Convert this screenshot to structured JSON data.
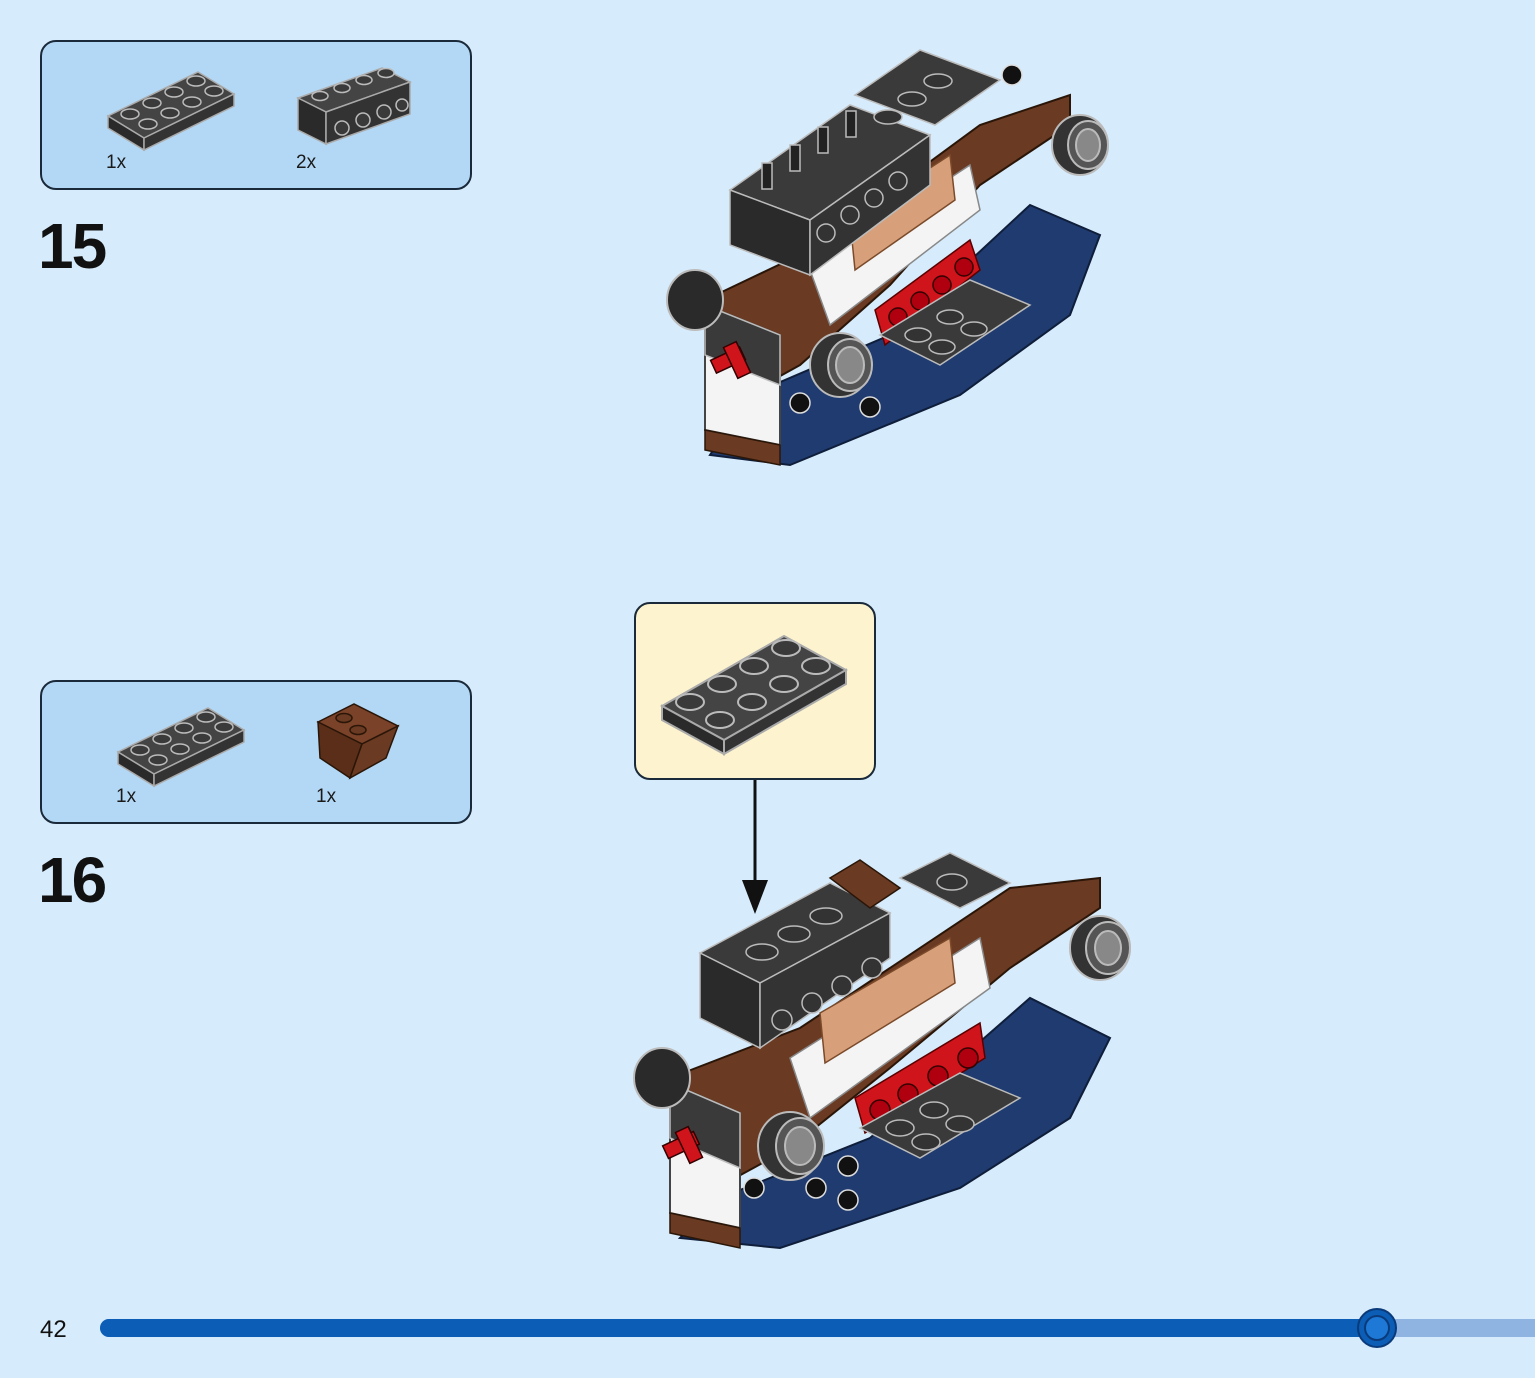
{
  "page": {
    "number": "42"
  },
  "progress": {
    "fraction": 0.89
  },
  "steps": [
    {
      "number": "15",
      "parts": [
        {
          "name": "black 2x4 plate",
          "qty": "1x"
        },
        {
          "name": "black 1x4 brick with side studs",
          "qty": "2x"
        }
      ]
    },
    {
      "number": "16",
      "parts": [
        {
          "name": "black 2x4 plate",
          "qty": "1x"
        },
        {
          "name": "brown inverted slope",
          "qty": "1x"
        }
      ]
    }
  ],
  "colors": {
    "background": "#d6ebfb",
    "parts_box": "#b3d8f5",
    "callout": "#fdf4cf",
    "progress_fill": "#0b5db5",
    "progress_track": "#8fb4e2",
    "brick_black": "#3a3a3a",
    "brick_brown": "#6b3a22",
    "brick_red": "#d0141c",
    "brick_navy": "#1f3b70",
    "brick_tan": "#d8a07a"
  }
}
